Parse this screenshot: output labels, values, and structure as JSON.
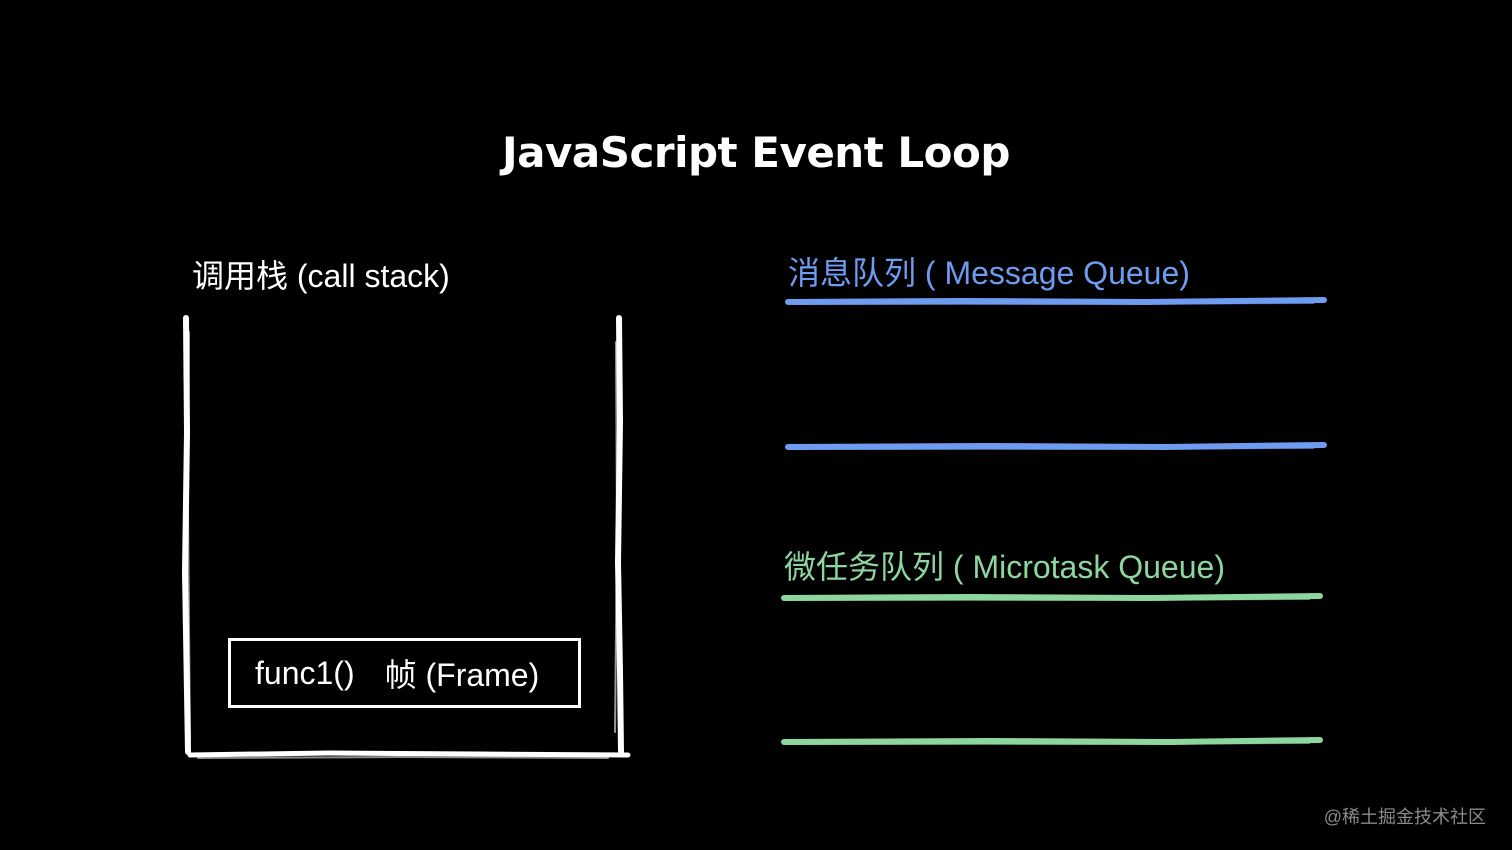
{
  "title": "JavaScript Event Loop",
  "call_stack": {
    "label": "调用栈 (call stack)",
    "frames": [
      {
        "function": "func1()",
        "label": "帧 (Frame)"
      }
    ]
  },
  "message_queue": {
    "label": "消息队列 ( Message Queue)",
    "color": "#6e9cf0"
  },
  "microtask_queue": {
    "label": "微任务队列 ( Microtask Queue)",
    "color": "#8ed6a0"
  },
  "watermark": "@稀土掘金技术社区"
}
